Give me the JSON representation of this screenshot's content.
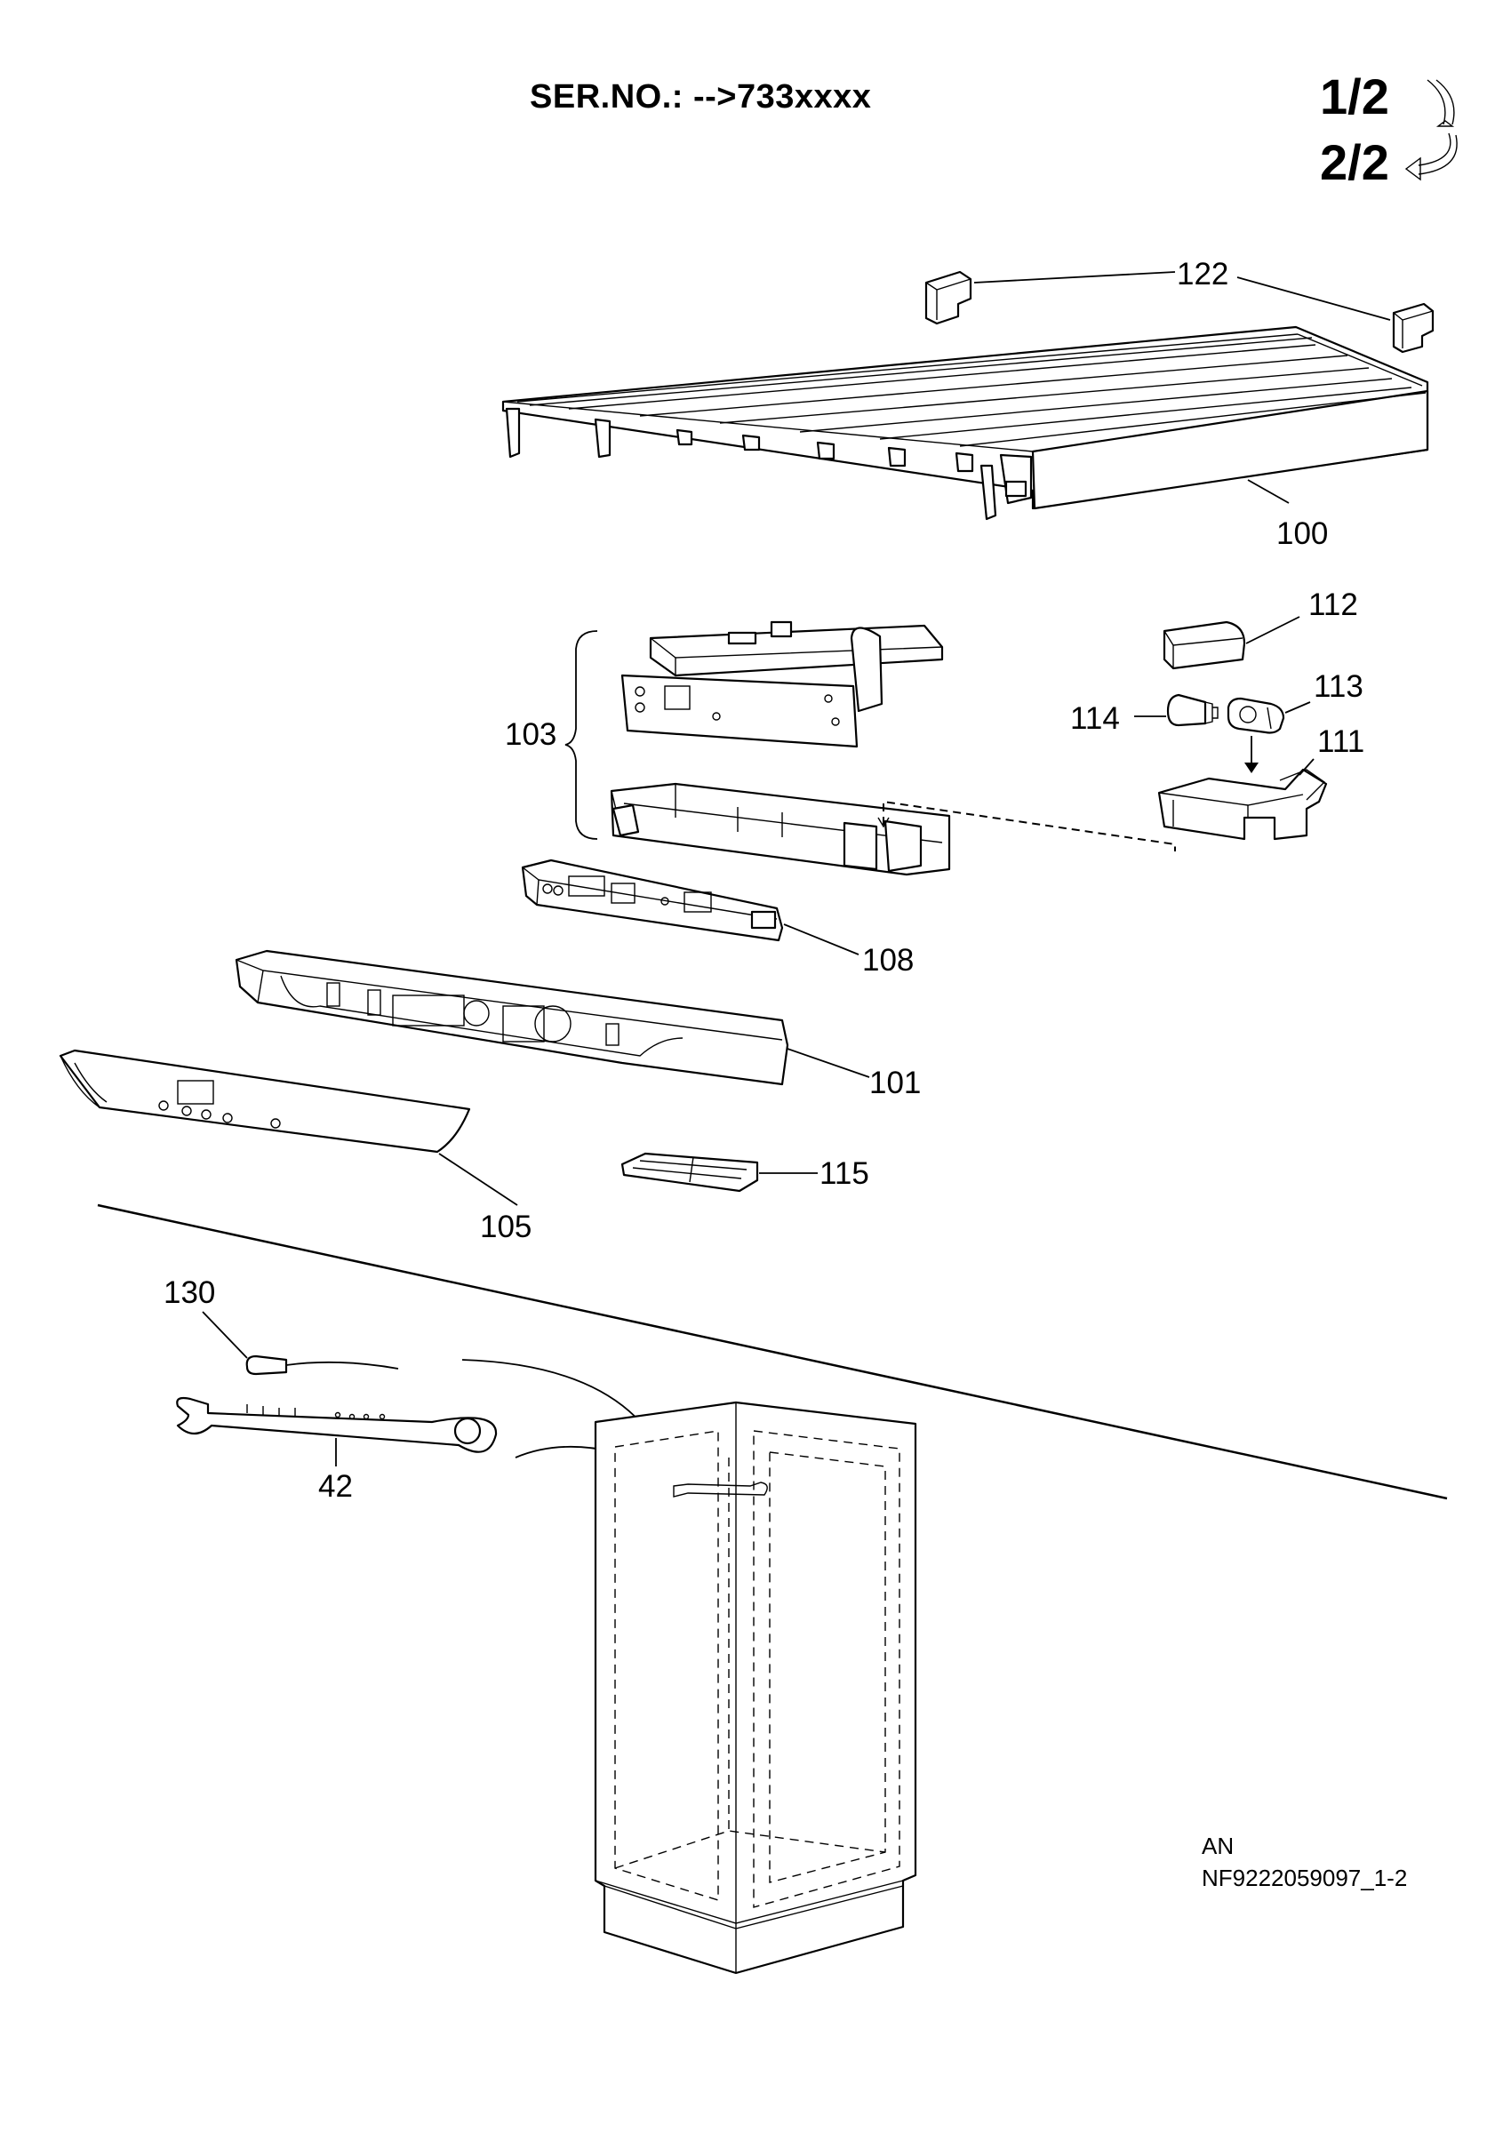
{
  "header": {
    "serial": "SER.NO.: -->733xxxx",
    "page_current": "1/2",
    "page_next": "2/2"
  },
  "footer": {
    "code": "AN",
    "diagram_id": "NF9222059097_1-2"
  },
  "parts": {
    "p42": "42",
    "p100": "100",
    "p101": "101",
    "p103": "103",
    "p105": "105",
    "p108": "108",
    "p111": "111",
    "p112": "112",
    "p113": "113",
    "p114": "114",
    "p115": "115",
    "p122": "122",
    "p130": "130"
  }
}
